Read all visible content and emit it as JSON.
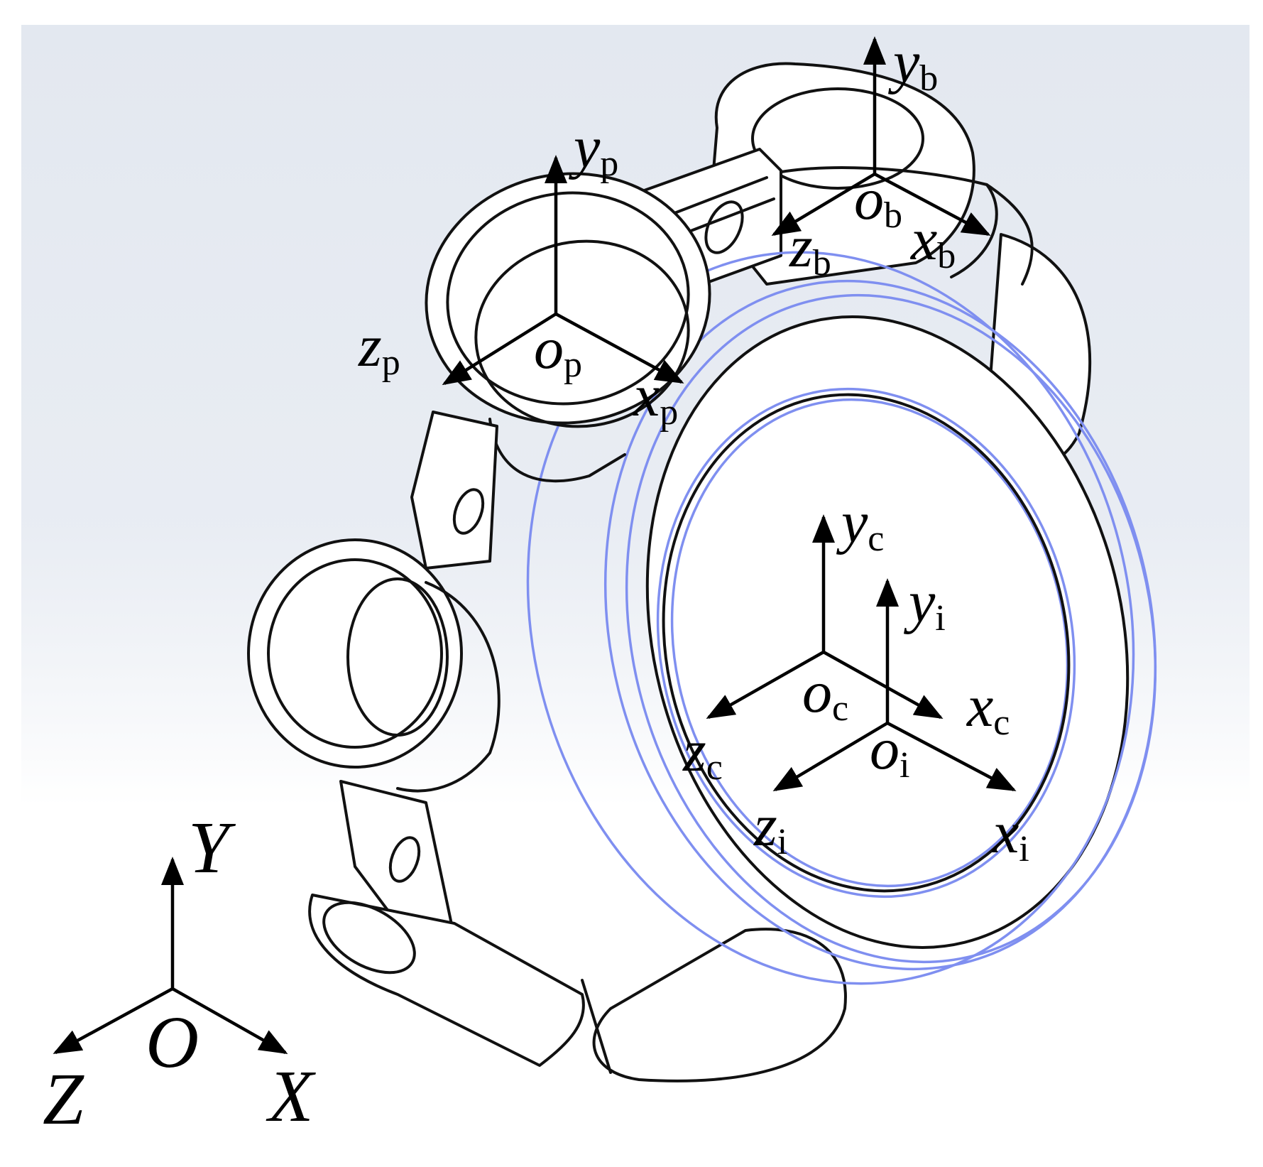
{
  "colors": {
    "outline": "#111111",
    "bearing_lines": "#7f8ff0",
    "background_top": "#e3e8f0",
    "background_bottom": "#ffffff"
  },
  "frames": {
    "global": {
      "x": "X",
      "y": "Y",
      "z": "Z",
      "origin": "O"
    },
    "b": {
      "x": "x",
      "y": "y",
      "z": "z",
      "origin": "o",
      "sub": "b"
    },
    "p": {
      "x": "x",
      "y": "y",
      "z": "z",
      "origin": "o",
      "sub": "p"
    },
    "c": {
      "x": "x",
      "y": "y",
      "z": "z",
      "origin": "o",
      "sub": "c"
    },
    "i": {
      "x": "x",
      "y": "y",
      "z": "z",
      "origin": "o",
      "sub": "i"
    }
  }
}
